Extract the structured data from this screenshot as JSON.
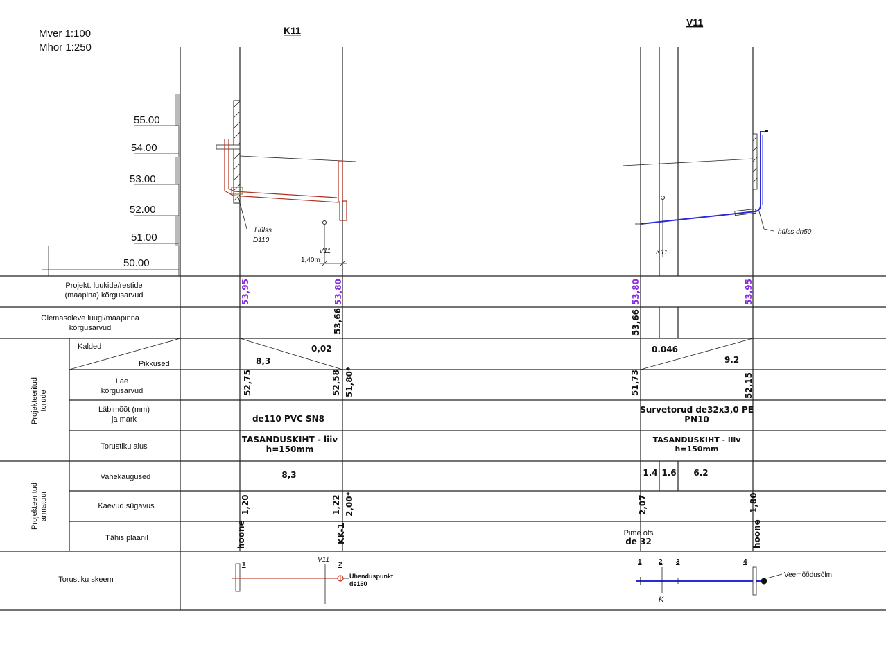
{
  "scale": {
    "vertical": "Mver 1:100",
    "horizontal": "Mhor 1:250"
  },
  "elevation_ticks": [
    "55.00",
    "54.00",
    "53.00",
    "52.00",
    "51.00",
    "50.00"
  ],
  "sections": [
    {
      "title": "K11",
      "pipe_color": "#b03020",
      "sleeve_label": [
        "Hülss",
        "D110"
      ],
      "ref_label": "V11",
      "dim_label": "1,40m"
    },
    {
      "title": "V11",
      "pipe_color": "#2a2ad8",
      "sleeve_label": [
        "hülss dn50"
      ],
      "ref_label": "K11"
    }
  ],
  "rows": {
    "design_levels": {
      "label": [
        "Projekt. luukide/restide",
        "(maapina) kõrgusarvud"
      ],
      "values": [
        "53,95",
        "53,80",
        "53,80",
        "53,95"
      ]
    },
    "existing_levels": {
      "label": [
        "Olemasoleve luugi/maapinna",
        "kõrgusarvud"
      ],
      "values": [
        "53,66",
        "53,66"
      ]
    },
    "group_pipes": [
      "Projekteeritud",
      "torude"
    ],
    "slopes": {
      "label_top": "Kalded",
      "label_bottom": "Pikkused",
      "k11_slope": "0,02",
      "k11_length": "8,3",
      "v11_slope": "0.046",
      "v11_length": "9.2"
    },
    "top_levels": {
      "label": [
        "Lae",
        "kõrgusarvud"
      ],
      "values": [
        "52,75",
        "52,58",
        "51,80*",
        "51,73",
        "52,15"
      ]
    },
    "diameter": {
      "label": [
        "Läbimõõt (mm)",
        "ja mark"
      ],
      "k11": "de110 PVC SN8",
      "v11": [
        "Survetorud de32x3,0 PE",
        "PN10"
      ]
    },
    "bedding": {
      "label": "Torustiku alus",
      "k11": [
        "TASANDUSKIHT - liiv",
        "h=150mm"
      ],
      "v11": [
        "TASANDUSKIHT - liiv",
        "h=150mm"
      ]
    },
    "group_fittings": [
      "Projekteeritud",
      "armatuur"
    ],
    "distances": {
      "label": "Vahekaugused",
      "k11": "8,3",
      "v11": [
        "1.4",
        "1.6",
        "6.2"
      ]
    },
    "depth": {
      "label": "Kaevud sügavus",
      "values": [
        "1,20",
        "1,22",
        "2,00*",
        "2,07",
        "1,80"
      ]
    },
    "plan_mark": {
      "label": "Tähis plaanil",
      "values": [
        "hoone",
        "KK-1",
        "hoone"
      ],
      "blind_end": [
        "Pime ots",
        "de 32"
      ]
    },
    "scheme": {
      "label": "Torustiku skeem",
      "k11_points": [
        "1",
        "2"
      ],
      "k11_ref": "V11",
      "k11_note": [
        "Ühenduspunkt",
        "de160"
      ],
      "v11_points": [
        "1",
        "2",
        "3",
        "4"
      ],
      "v11_ref": "K",
      "v11_note": "Veemõõdusõlm"
    }
  }
}
